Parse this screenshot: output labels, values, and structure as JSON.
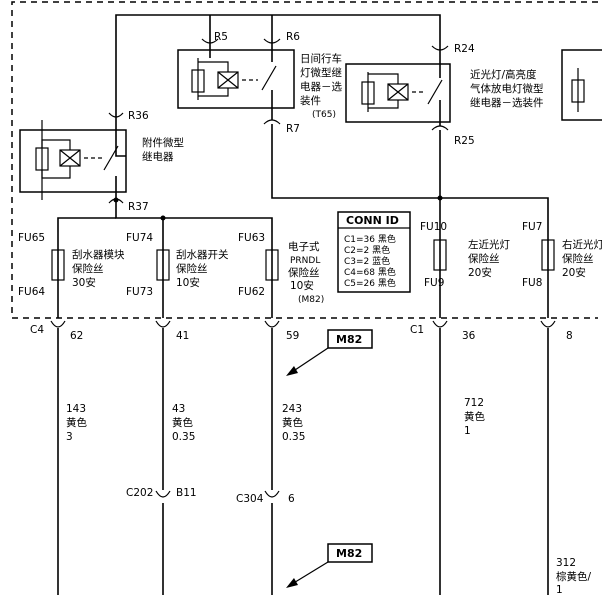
{
  "relays": {
    "accessory": {
      "line1": "附件微型",
      "line2": "继电器",
      "pin_top": "R36",
      "pin_bottom": "R37"
    },
    "drl": {
      "line1": "日间行车",
      "line2": "灯微型继",
      "line3": "电器－选",
      "line4": "装件",
      "note": "(T65)",
      "pin_a": "R5",
      "pin_b": "R6",
      "pin_c": "R7"
    },
    "lowbeam": {
      "line1": "近光灯/高亮度",
      "line2": "气体放电灯微型",
      "line3": "继电器－选装件",
      "pin_top": "R24",
      "pin_bottom": "R25"
    }
  },
  "fuses": [
    {
      "top": "FU65",
      "bottom": "FU64",
      "line1": "刮水器模块",
      "line2": "保险丝",
      "line3": "30安",
      "line4": ""
    },
    {
      "top": "FU74",
      "bottom": "FU73",
      "line1": "刮水器开关",
      "line2": "保险丝",
      "line3": "10安",
      "line4": ""
    },
    {
      "top": "FU63",
      "bottom": "FU62",
      "line1": "电子式",
      "line2": "PRNDL",
      "line3": "保险丝",
      "line4": "10安"
    },
    {
      "top": "FU10",
      "bottom": "FU9",
      "line1": "左近光灯",
      "line2": "保险丝",
      "line3": "20安",
      "line4": ""
    },
    {
      "top": "FU7",
      "bottom": "FU8",
      "line1": "右近光灯",
      "line2": "保险丝",
      "line3": "20安",
      "line4": ""
    }
  ],
  "fuse_note": "(M82)",
  "conn_id": {
    "title": "CONN ID",
    "rows": [
      "C1=36 黑色",
      "C2=2 黑色",
      "C3=2 蓝色",
      "C4=68 黑色",
      "C5=26 黑色"
    ]
  },
  "connectors": {
    "c4": "C4",
    "c4_pin62": "62",
    "c4_pin41": "41",
    "c4_pin59": "59",
    "c1": "C1",
    "c1_pin36": "36",
    "c1_pin8": "8",
    "c202": "C202",
    "c202_pin": "B11",
    "c304": "C304",
    "c304_pin": "6"
  },
  "wires": [
    {
      "circuit": "143",
      "color": "黄色",
      "gauge": "3"
    },
    {
      "circuit": "43",
      "color": "黄色",
      "gauge": "0.35"
    },
    {
      "circuit": "243",
      "color": "黄色",
      "gauge": "0.35"
    },
    {
      "circuit": "712",
      "color": "黄色",
      "gauge": "1"
    },
    {
      "circuit": "312",
      "color": "棕黄色/",
      "gauge": "1"
    }
  ],
  "refs": {
    "upper": "M82",
    "lower": "M82"
  }
}
